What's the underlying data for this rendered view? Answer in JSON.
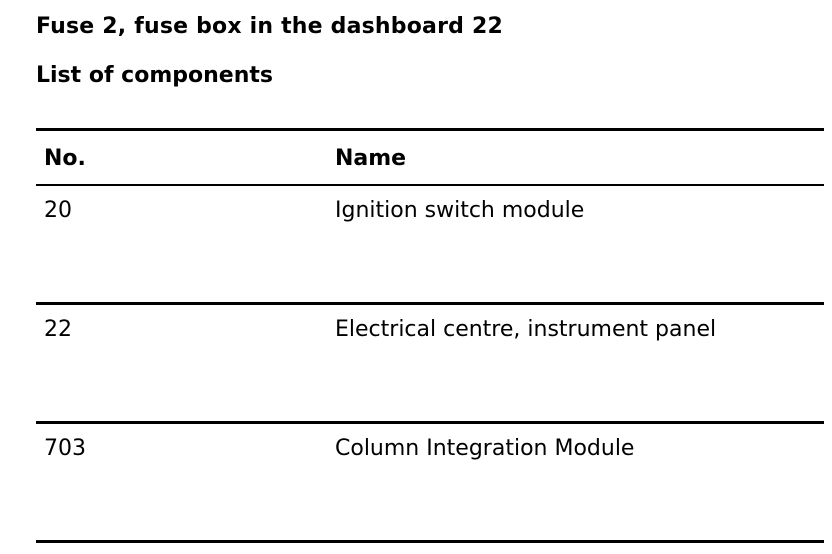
{
  "document": {
    "title": "Fuse 2, fuse box in the dashboard 22",
    "subtitle": "List of components"
  },
  "table": {
    "headers": {
      "no": "No.",
      "name": "Name"
    },
    "rows": [
      {
        "no": "20",
        "name": "Ignition switch module"
      },
      {
        "no": "22",
        "name": "Electrical centre, instrument panel"
      },
      {
        "no": "703",
        "name": "Column Integration Module"
      }
    ]
  }
}
